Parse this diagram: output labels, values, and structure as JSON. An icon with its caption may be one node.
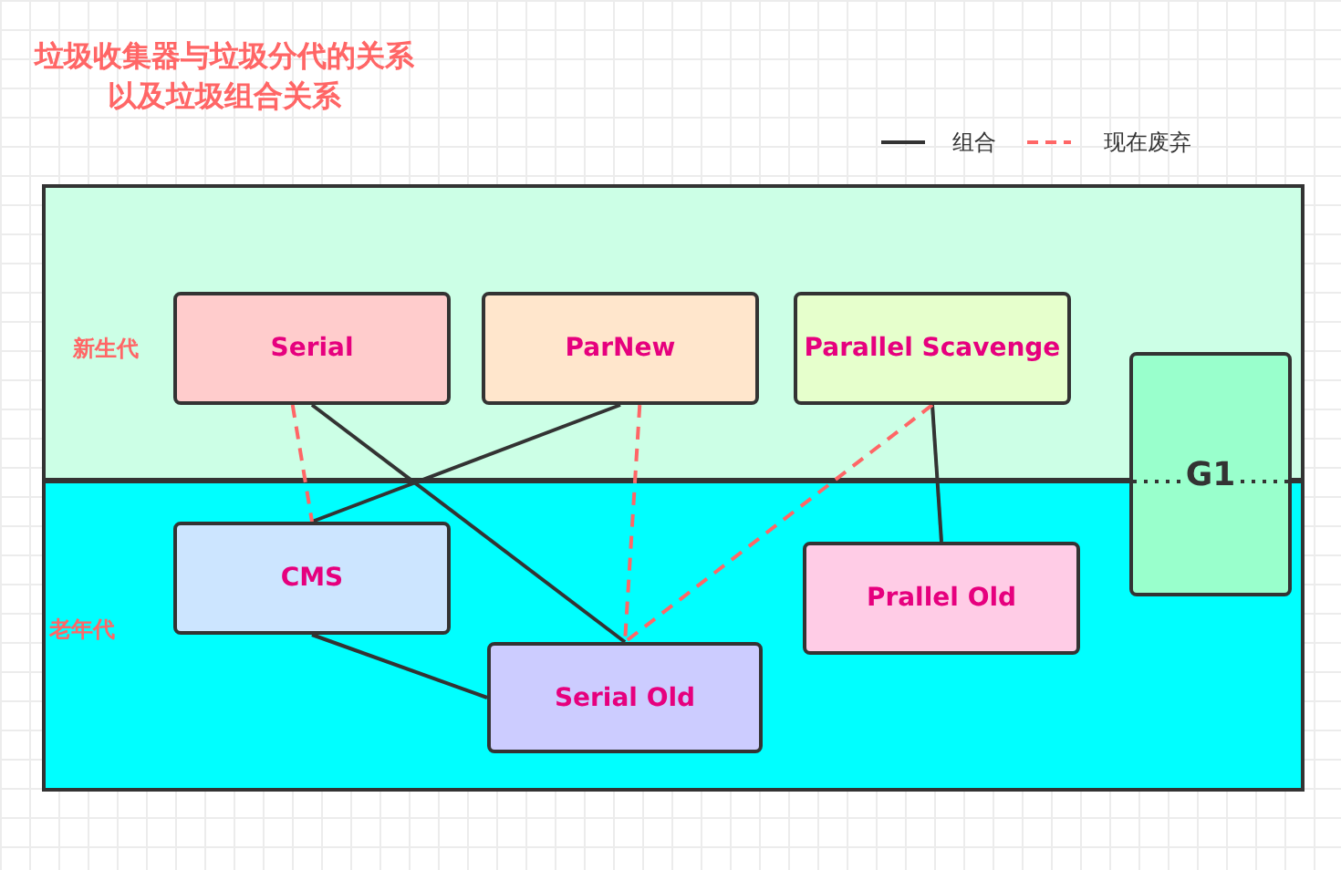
{
  "diagram": {
    "title": "垃圾收集器与垃圾分代的关系以及垃圾组合关系",
    "nodes": [
      {
        "text": [
          "新生代"
        ]
      },
      {
        "text": [
          "老年代"
        ]
      },
      {
        "text": [
          "Serial"
        ],
        "in": 0
      },
      {
        "text": [
          "ParNew"
        ],
        "in": 0
      },
      {
        "text": [
          "Parallel Scavenge"
        ],
        "in": 0
      },
      {
        "text": [
          "CMS"
        ],
        "in": 1
      },
      {
        "text": [
          "Serial Old"
        ],
        "in": 1
      },
      {
        "text": [
          "Prallel Old"
        ],
        "in": 1
      },
      {
        "text": [
          "G1"
        ]
      }
    ],
    "edges": [
      {
        "from": 2,
        "to": 6,
        "arrow": "none"
      },
      {
        "from": 3,
        "to": 5,
        "arrow": "none"
      },
      {
        "from": 4,
        "to": 7,
        "arrow": "none"
      },
      {
        "from": 5,
        "to": 6,
        "arrow": "none"
      },
      {
        "from": 2,
        "to": 5,
        "arrow": "none",
        "style": "dashed",
        "color": "#ff6666"
      },
      {
        "from": 3,
        "to": 6,
        "arrow": "none",
        "style": "dashed",
        "color": "#ff6666"
      },
      {
        "from": 4,
        "to": 6,
        "arrow": "none",
        "style": "dashed",
        "color": "#ff6666"
      }
    ],
    "legend": [
      {
        "text": "组合"
      },
      {
        "text": "现在废弃"
      }
    ]
  }
}
